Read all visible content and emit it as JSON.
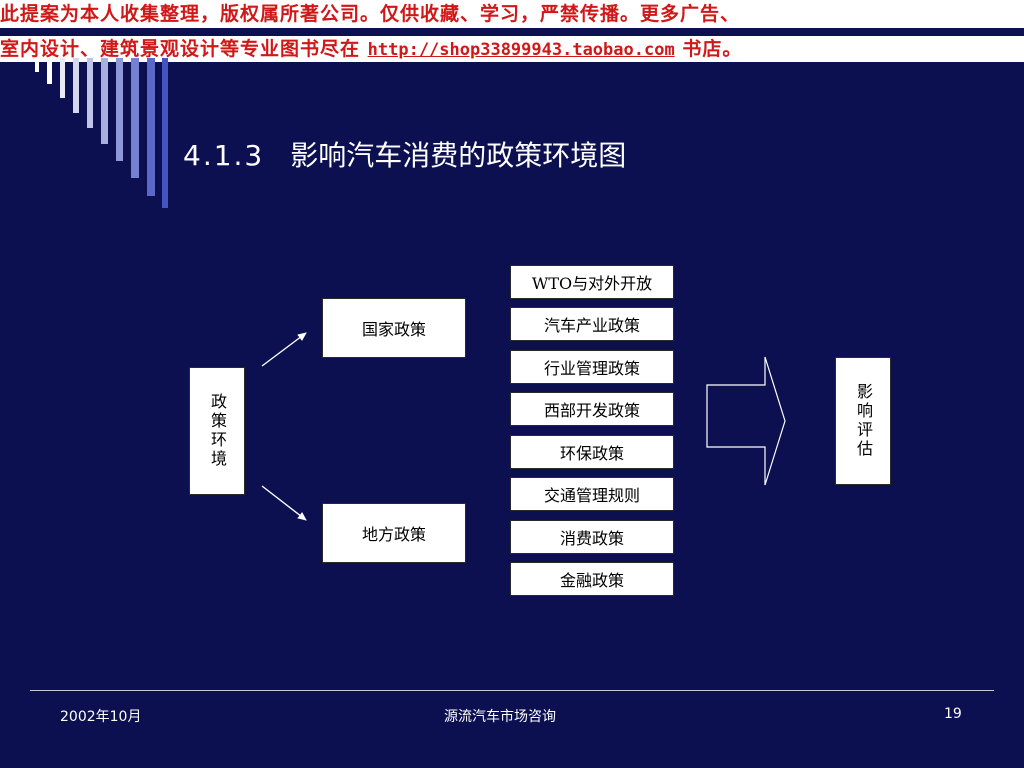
{
  "banner": {
    "line1": "此提案为本人收集整理，版权属所著公司。仅供收藏、学习，严禁传播。更多广告、",
    "line2_prefix": "室内设计、建筑景观设计等专业图书尽在",
    "line2_url": "http://shop33899943.taobao.com",
    "line2_suffix": "书店。"
  },
  "title": {
    "number": "4.1.3",
    "text": "影响汽车消费的政策环境图"
  },
  "diagram": {
    "root": "政策环境",
    "branches": [
      "国家政策",
      "地方政策"
    ],
    "policies": [
      "WTO与对外开放",
      "汽车产业政策",
      "行业管理政策",
      "西部开发政策",
      "环保政策",
      "交通管理规则",
      "消费政策",
      "金融政策"
    ],
    "result": "影响评估"
  },
  "colors": {
    "background": "#0c1050",
    "banner_text": "#d01818",
    "box_fill": "#ffffff"
  },
  "footer": {
    "date": "2002年10月",
    "organization": "源流汽车市场咨询",
    "page": "19"
  }
}
